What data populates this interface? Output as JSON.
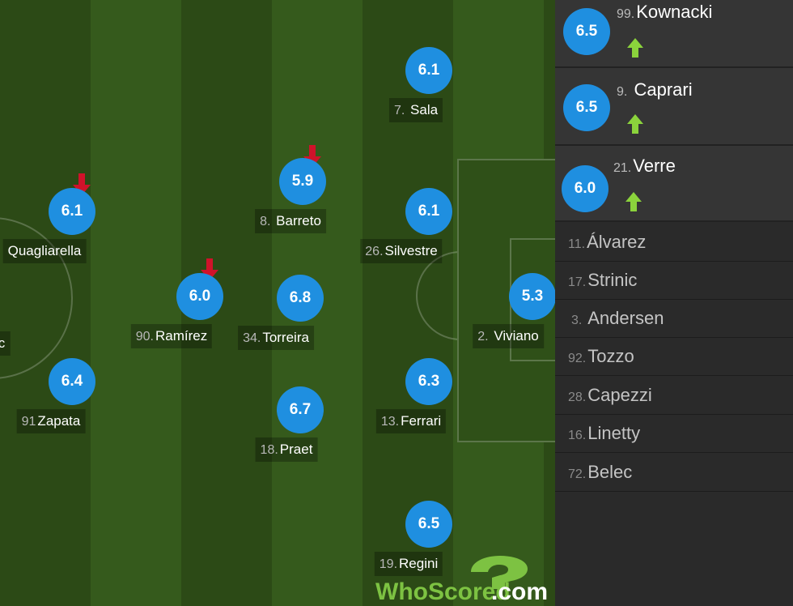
{
  "colors": {
    "rating": "#1f8fe0",
    "sub_off_arrow": "#d0122a",
    "sub_on_arrow": "#8bd33c",
    "sidebar_bg": "#2a2a2a"
  },
  "pitch_players": [
    {
      "number": "",
      "name": "Quagliarella",
      "rating": "6.1",
      "subbed_off": true
    },
    {
      "number": "",
      "name": "c",
      "rating": "",
      "subbed_off": false
    },
    {
      "number": "91",
      "name": "Zapata",
      "rating": "6.4",
      "subbed_off": false
    },
    {
      "number": "90.",
      "name": "Ramírez",
      "rating": "6.0",
      "subbed_off": true
    },
    {
      "number": "8.",
      "name": "Barreto",
      "rating": "5.9",
      "subbed_off": true
    },
    {
      "number": "34.",
      "name": "Torreira",
      "rating": "6.8",
      "subbed_off": false
    },
    {
      "number": "18.",
      "name": "Praet",
      "rating": "6.7",
      "subbed_off": false
    },
    {
      "number": "7.",
      "name": "Sala",
      "rating": "6.1",
      "subbed_off": false
    },
    {
      "number": "26.",
      "name": "Silvestre",
      "rating": "6.1",
      "subbed_off": false
    },
    {
      "number": "13.",
      "name": "Ferrari",
      "rating": "6.3",
      "subbed_off": false
    },
    {
      "number": "19.",
      "name": "Regini",
      "rating": "6.5",
      "subbed_off": false
    },
    {
      "number": "2.",
      "name": "Viviano",
      "rating": "5.3",
      "subbed_off": false
    }
  ],
  "substitutes": [
    {
      "number": "99.",
      "name": "Kownacki",
      "rating": "6.5",
      "icon": "sub-on-arrow-icon"
    },
    {
      "number": "9.",
      "name": "Caprari",
      "rating": "6.5",
      "icon": "sub-on-arrow-icon"
    },
    {
      "number": "21.",
      "name": "Verre",
      "rating": "6.0",
      "icon": "sub-on-arrow-icon"
    }
  ],
  "bench": [
    {
      "number": "11.",
      "name": "Álvarez"
    },
    {
      "number": "17.",
      "name": "Strinic"
    },
    {
      "number": "3.",
      "name": "Andersen"
    },
    {
      "number": "92.",
      "name": "Tozzo"
    },
    {
      "number": "28.",
      "name": "Capezzi"
    },
    {
      "number": "16.",
      "name": "Linetty"
    },
    {
      "number": "72.",
      "name": "Belec"
    }
  ],
  "branding": {
    "logo_text_a": "WhoScored",
    "logo_text_b": ".com"
  }
}
